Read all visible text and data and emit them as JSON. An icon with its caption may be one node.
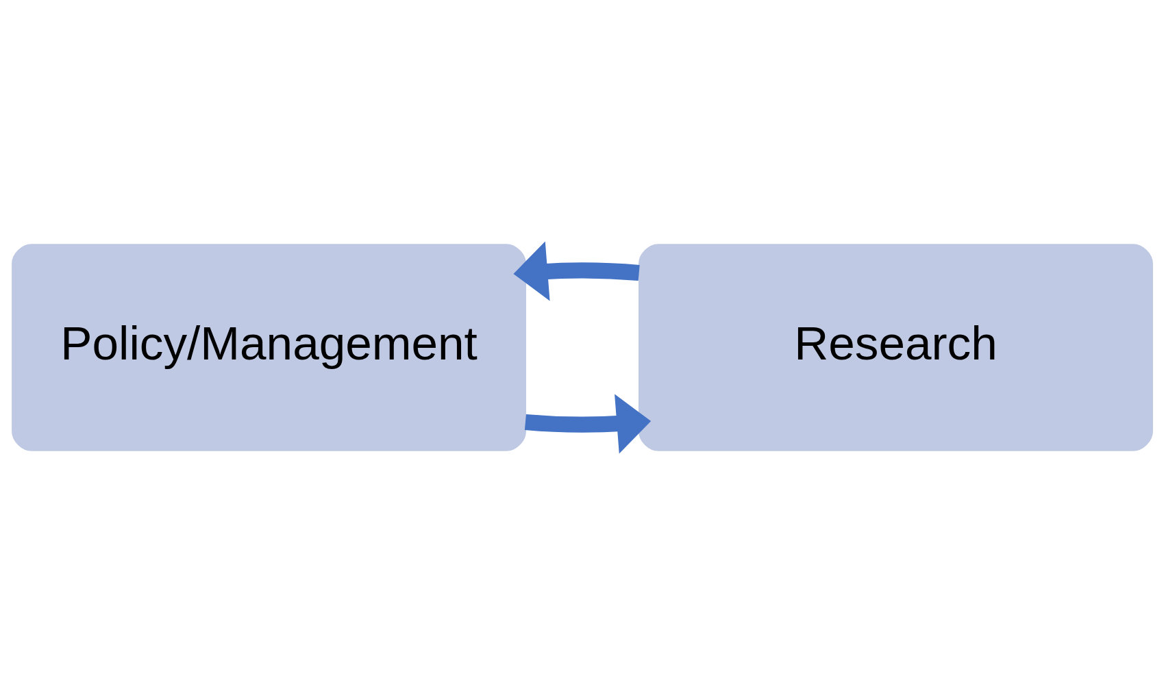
{
  "diagram": {
    "nodes": [
      {
        "text": [
          "Policy/Management"
        ]
      },
      {
        "text": [
          "Research"
        ]
      }
    ],
    "edges": [
      {
        "from": 0,
        "to": 1,
        "arrow": "to"
      },
      {
        "from": 1,
        "to": 0,
        "arrow": "to"
      }
    ]
  }
}
